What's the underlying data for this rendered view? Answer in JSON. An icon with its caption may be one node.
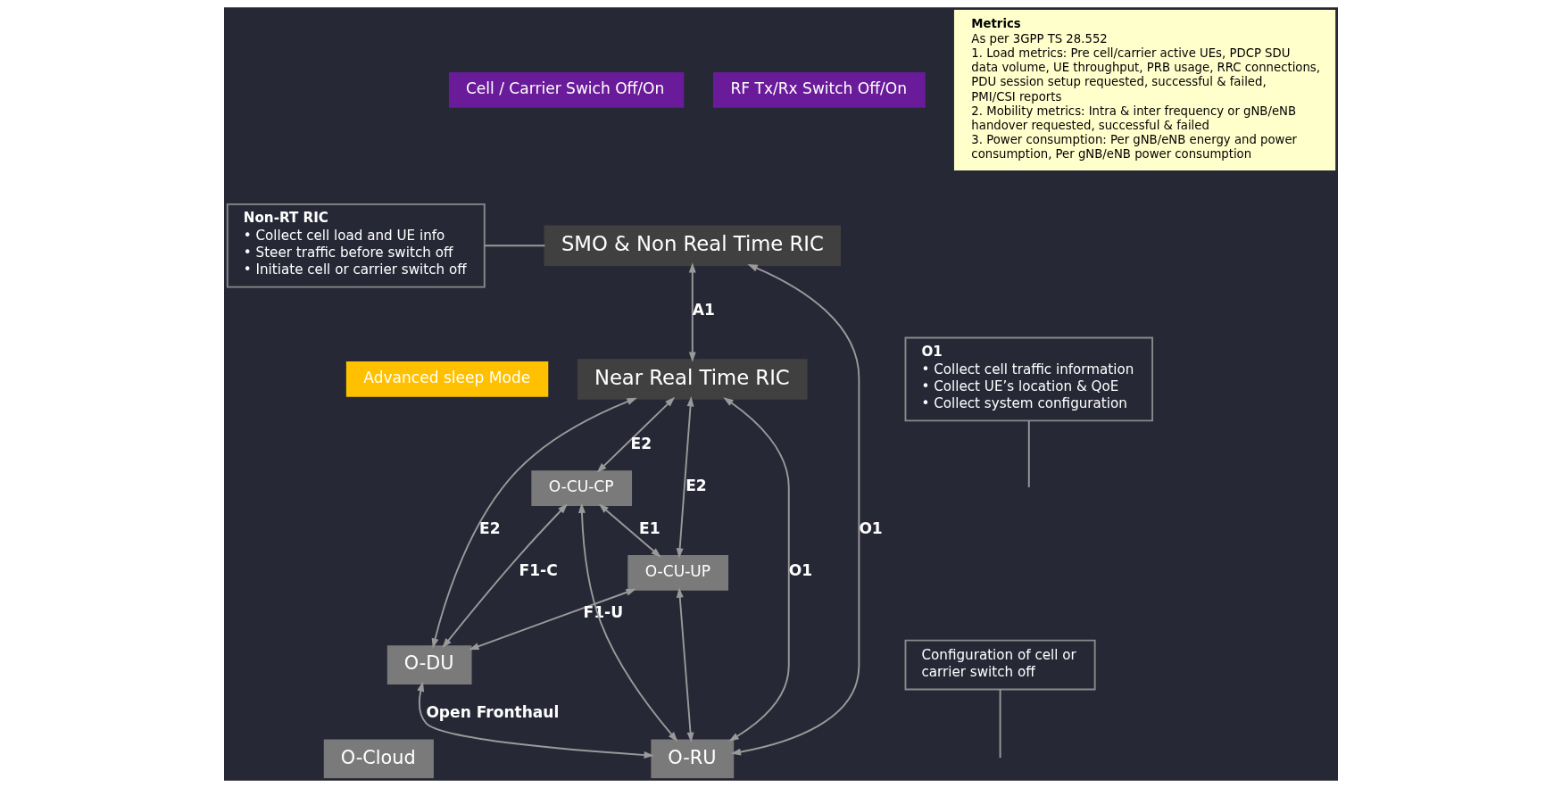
{
  "diagram": {
    "nodes": [
      {
        "text": [
          "Cell / Carrier Swich Off/On"
        ]
      },
      {
        "text": [
          "RF Tx/Rx Switch Off/On"
        ]
      },
      {
        "text": [
          "SMO & Non Real Time RIC"
        ]
      },
      {
        "text": [
          "Advanced sleep Mode"
        ]
      },
      {
        "text": [
          "Near Real Time RIC"
        ]
      },
      {
        "text": [
          "O-CU-CP"
        ]
      },
      {
        "text": [
          "O-CU-UP"
        ]
      },
      {
        "text": [
          "O-DU"
        ]
      },
      {
        "text": [
          "O-Cloud"
        ]
      },
      {
        "text": [
          "O-RU"
        ]
      },
      {
        "text": [
          "Non-RT RIC",
          "• Collect cell load and UE info",
          "• Steer traffic before switch off",
          "• Initiate cell or carrier switch off"
        ]
      },
      {
        "text": [
          "Metrics",
          "As per 3GPP TS 28.552",
          "1. Load metrics: Pre cell/carrier active UEs, PDCP SDU data volume, UE throughput, PRB usage, RRC connections, PDU session setup requested, successful & failed, PMI/CSI reports",
          "2. Mobility metrics: Intra & inter frequency or gNB/eNB handover requested, successful & failed",
          "3. Power consumption: Per gNB/eNB energy and power consumption, Per gNB/eNB power consumption"
        ]
      },
      {
        "text": [
          "O1",
          "• Collect cell traffic information",
          "• Collect UE’s location & QoE",
          "• Collect system configuration"
        ]
      },
      {
        "text": [
          "Configuration of cell or carrier switch off"
        ]
      }
    ],
    "edges": [
      {
        "from": 2,
        "to": 4,
        "arrow": "both",
        "label": "A1"
      },
      {
        "from": 9,
        "to": 2,
        "arrow": "both",
        "label": "O1"
      },
      {
        "from": 9,
        "to": 4,
        "arrow": "both",
        "label": "O1"
      },
      {
        "from": 9,
        "to": 5,
        "arrow": "both"
      },
      {
        "from": 9,
        "to": 6,
        "arrow": "both"
      },
      {
        "from": 4,
        "to": 5,
        "arrow": "both",
        "label": "E2"
      },
      {
        "from": 4,
        "to": 6,
        "arrow": "both",
        "label": "E2"
      },
      {
        "from": 4,
        "to": 7,
        "arrow": "both",
        "label": "E2"
      },
      {
        "from": 5,
        "to": 6,
        "arrow": "both",
        "label": "E1"
      },
      {
        "from": 5,
        "to": 7,
        "arrow": "both",
        "label": "F1-C"
      },
      {
        "from": 6,
        "to": 7,
        "arrow": "both",
        "label": "F1-U"
      },
      {
        "from": 7,
        "to": 9,
        "arrow": "both",
        "label": "Open Fronthaul"
      },
      {
        "from": 10,
        "to": 2,
        "arrow": "none"
      },
      {
        "from": 12,
        "to": null,
        "arrow": "none"
      },
      {
        "from": 13,
        "to": null,
        "arrow": "none"
      }
    ]
  }
}
